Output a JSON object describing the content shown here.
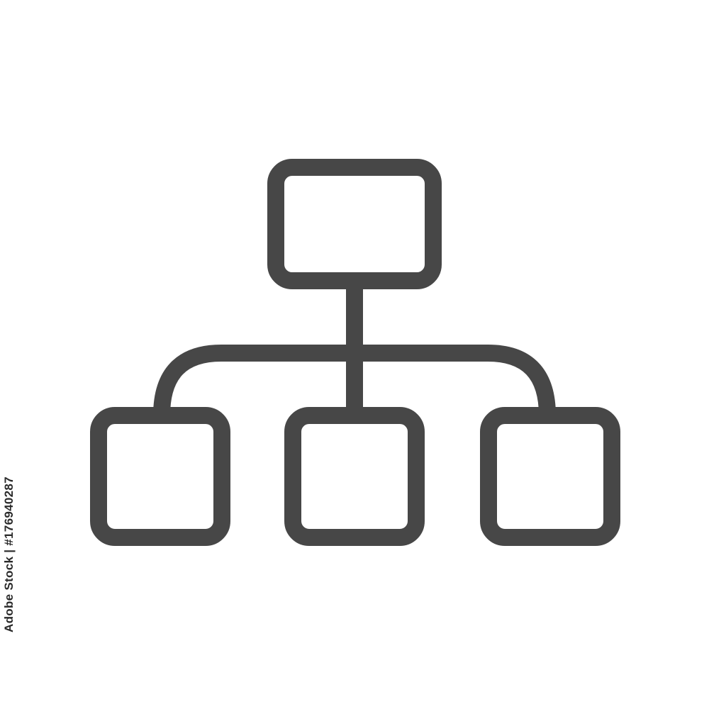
{
  "diagram": {
    "icon": "hierarchy-structure-icon",
    "stroke_color": "#474747",
    "background_color": "#ffffff",
    "nodes": [
      {
        "id": "root",
        "role": "parent"
      },
      {
        "id": "child-left",
        "role": "child"
      },
      {
        "id": "child-center",
        "role": "child"
      },
      {
        "id": "child-right",
        "role": "child"
      }
    ],
    "edges": [
      {
        "from": "root",
        "to": "child-left"
      },
      {
        "from": "root",
        "to": "child-center"
      },
      {
        "from": "root",
        "to": "child-right"
      }
    ]
  },
  "stock_id": "Adobe Stock | #176940287",
  "watermark": "Adobe Stock"
}
